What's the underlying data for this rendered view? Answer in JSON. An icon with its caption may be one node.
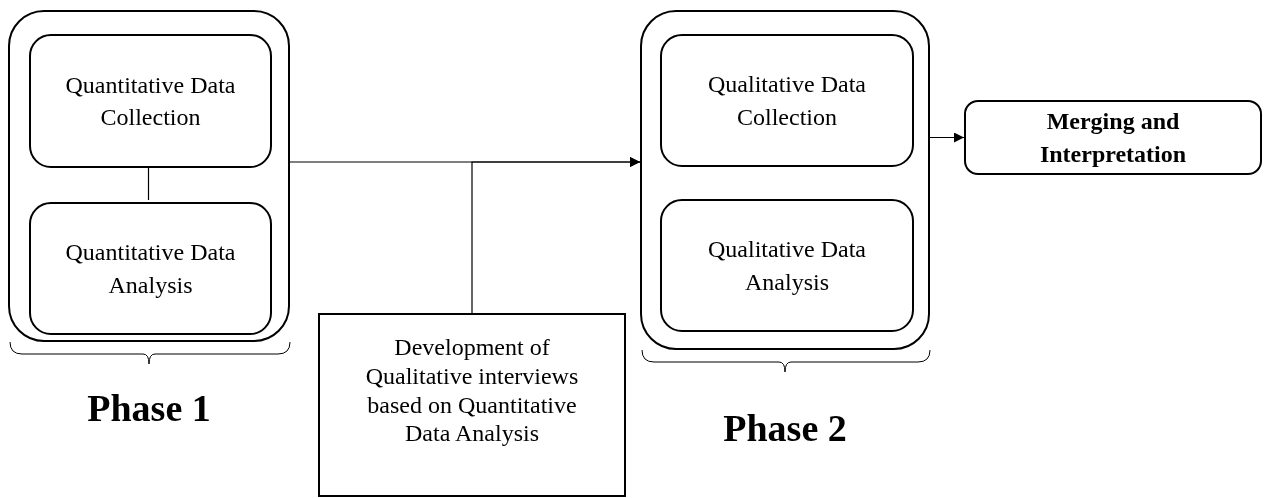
{
  "diagram": {
    "nodes": [
      {
        "text": [],
        "shape": "box",
        "beside": [
          "Phase 1"
        ]
      },
      {
        "text": [
          "Quantitative Data Collection"
        ],
        "in": 0
      },
      {
        "text": [
          "Quantitative Data Analysis"
        ],
        "in": 0
      },
      {
        "text": [
          "Development of Qualitative interviews based on Quantitative Data Analysis"
        ]
      },
      {
        "text": [],
        "shape": "box",
        "beside": [
          "Phase 2"
        ]
      },
      {
        "text": [
          "Qualitative Data Collection"
        ],
        "in": 4
      },
      {
        "text": [
          "Qualitative Data Analysis"
        ],
        "in": 4
      },
      {
        "text": [
          "Merging and Interpretation"
        ]
      }
    ],
    "edges": [
      {
        "from": 1,
        "to": 2,
        "arrow": "none"
      },
      {
        "from": 0,
        "to": 4,
        "arrow": "to"
      },
      {
        "from": 3,
        "to": 4,
        "arrow": "to"
      },
      {
        "from": 4,
        "to": 7,
        "arrow": "to"
      }
    ]
  }
}
